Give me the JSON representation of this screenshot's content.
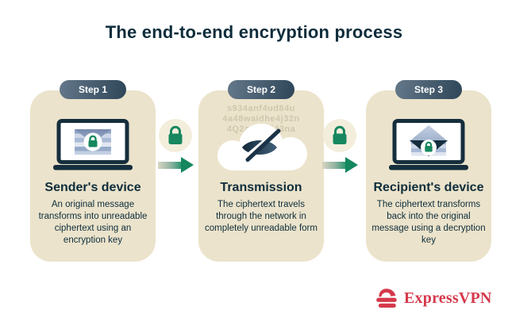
{
  "title": "The end-to-end encryption process",
  "steps": [
    {
      "badge": "Step 1",
      "heading": "Sender's device",
      "body": "An original message transforms into unreadable ciphertext using an encryption key",
      "illustration": "laptop-locked-envelope"
    },
    {
      "badge": "Step 2",
      "heading": "Transmission",
      "body": "The ciphertext travels through the network in completely unreadable form",
      "illustration": "cloud-hidden-eye",
      "cipher_lines": [
        "s934anf4ud84u",
        "4a48waidhe4j32n",
        "4Q2awd8fj43na"
      ]
    },
    {
      "badge": "Step 3",
      "heading": "Recipient's device",
      "body": "The ciphertext transforms back into the original message using a decryption key",
      "illustration": "laptop-open-envelope"
    }
  ],
  "connectors": [
    {
      "icon": "padlock-icon",
      "arrow": "right-arrow"
    },
    {
      "icon": "padlock-icon",
      "arrow": "right-arrow"
    }
  ],
  "brand": {
    "name": "ExpressVPN"
  },
  "colors": {
    "navy": "#0e2d3c",
    "card_bg": "#ebe3cb",
    "green": "#17875f",
    "red": "#d5394b",
    "badge_from": "#64788a",
    "badge_to": "#2e4658",
    "chip_bg": "#f3eedc"
  }
}
